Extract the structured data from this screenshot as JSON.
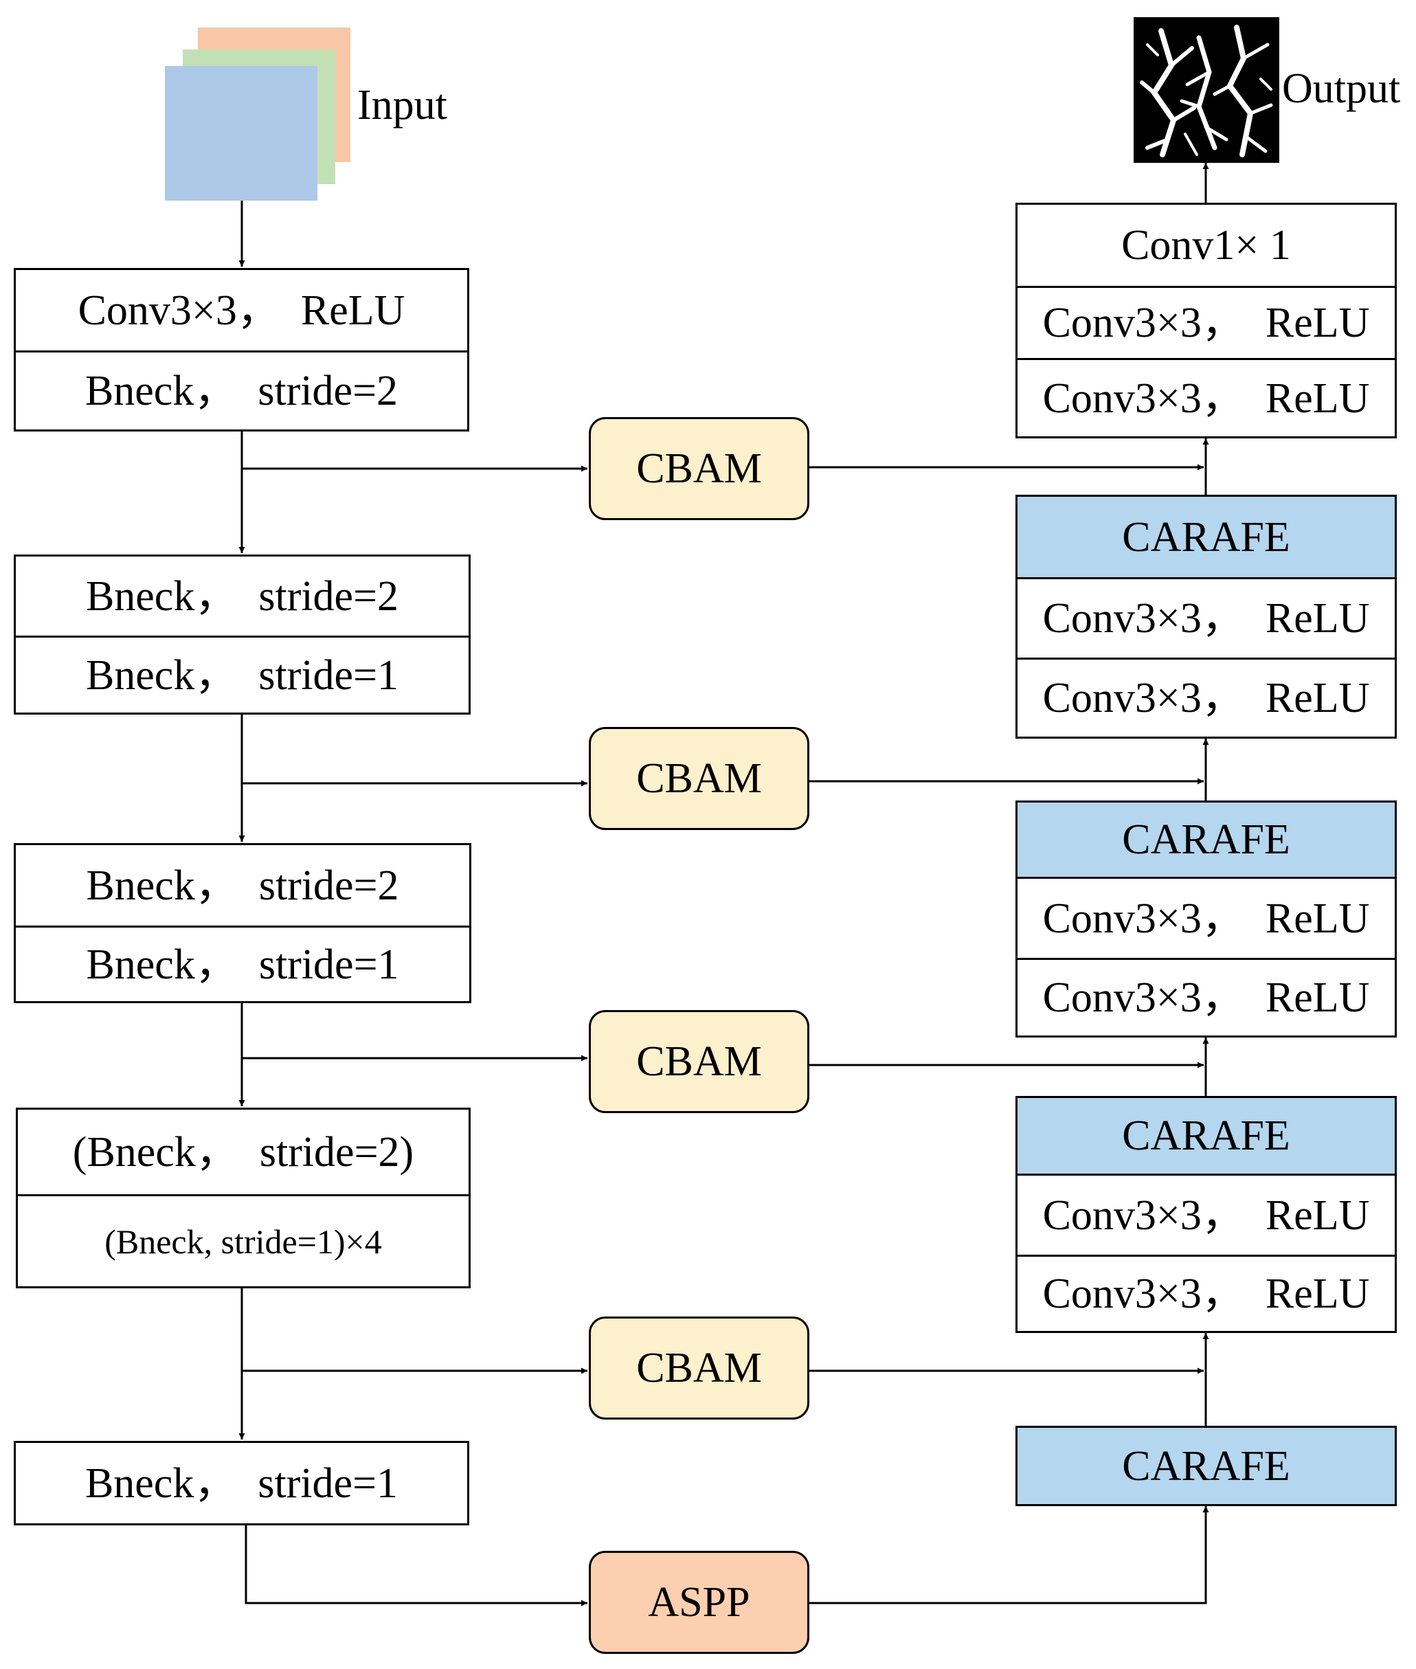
{
  "input_label": "Input",
  "output_label": "Output",
  "colors": {
    "input_back": "#f8c8a6",
    "input_mid": "#c2e0b4",
    "input_front": "#aec8e8",
    "cbam": "#fdf0cd",
    "aspp": "#fccfb0",
    "carafe": "#b4d6ee"
  },
  "encoder": [
    {
      "rows": [
        "Conv3×3，  ReLU",
        "Bneck，  stride=2"
      ]
    },
    {
      "rows": [
        "Bneck，  stride=2",
        "Bneck，  stride=1"
      ]
    },
    {
      "rows": [
        "Bneck，  stride=2",
        "Bneck，  stride=1"
      ]
    },
    {
      "rows": [
        "(Bneck，  stride=2)",
        "(Bneck, stride=1)×4"
      ]
    },
    {
      "rows": [
        "Bneck，  stride=1"
      ]
    }
  ],
  "attention": [
    "CBAM",
    "CBAM",
    "CBAM",
    "CBAM",
    "ASPP"
  ],
  "decoder": {
    "head": [
      "Conv1× 1",
      "Conv3×3，  ReLU",
      "Conv3×3，  ReLU"
    ],
    "up_blocks": [
      {
        "rows": [
          "CARAFE",
          "Conv3×3，  ReLU",
          "Conv3×3，  ReLU"
        ]
      },
      {
        "rows": [
          "CARAFE",
          "Conv3×3，  ReLU",
          "Conv3×3，  ReLU"
        ]
      },
      {
        "rows": [
          "CARAFE",
          "Conv3×3，  ReLU",
          "Conv3×3，  ReLU"
        ]
      }
    ],
    "bottom": "CARAFE"
  }
}
